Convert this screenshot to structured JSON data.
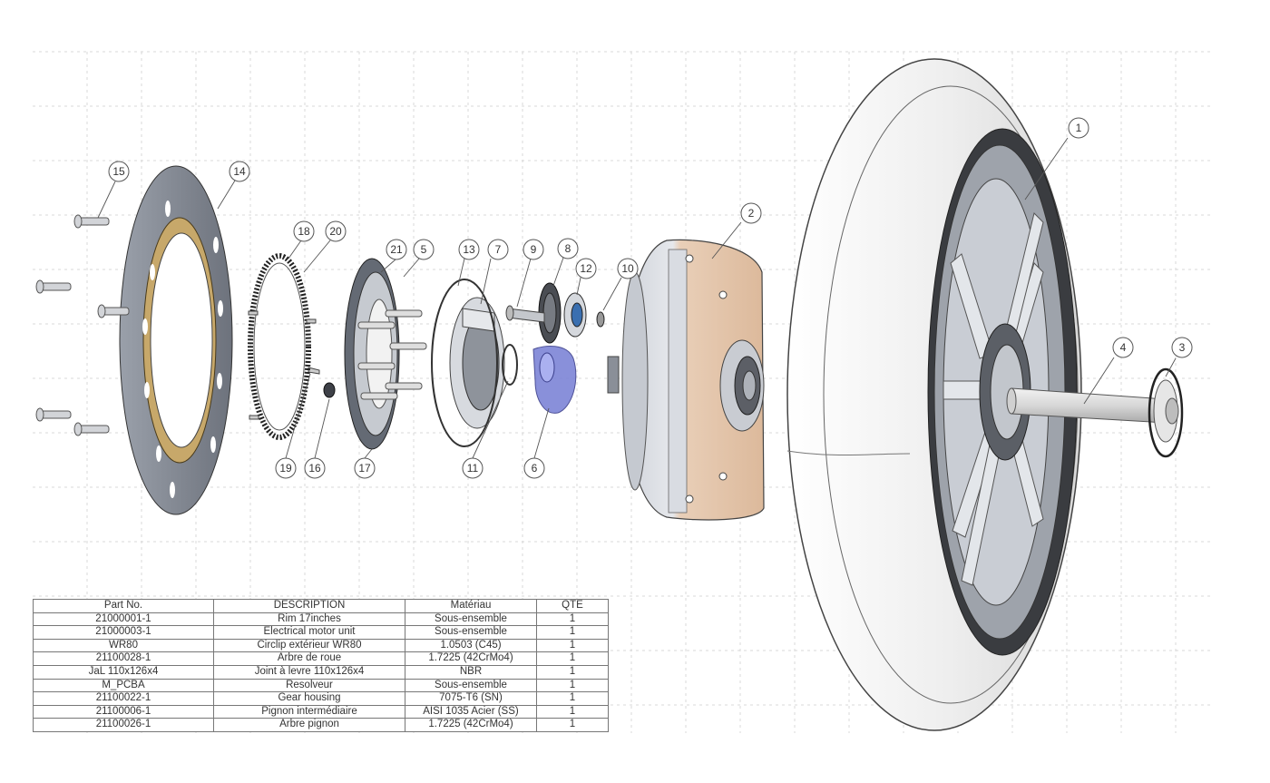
{
  "balloons": [
    {
      "id": "b1",
      "label": "1"
    },
    {
      "id": "b2",
      "label": "2"
    },
    {
      "id": "b3",
      "label": "3"
    },
    {
      "id": "b4",
      "label": "4"
    },
    {
      "id": "b5",
      "label": "5"
    },
    {
      "id": "b6",
      "label": "6"
    },
    {
      "id": "b7",
      "label": "7"
    },
    {
      "id": "b8",
      "label": "8"
    },
    {
      "id": "b9",
      "label": "9"
    },
    {
      "id": "b10",
      "label": "10"
    },
    {
      "id": "b11",
      "label": "11"
    },
    {
      "id": "b12",
      "label": "12"
    },
    {
      "id": "b13",
      "label": "13"
    },
    {
      "id": "b14",
      "label": "14"
    },
    {
      "id": "b15",
      "label": "15"
    },
    {
      "id": "b16",
      "label": "16"
    },
    {
      "id": "b17",
      "label": "17"
    },
    {
      "id": "b18",
      "label": "18"
    },
    {
      "id": "b19",
      "label": "19"
    },
    {
      "id": "b20",
      "label": "20"
    },
    {
      "id": "b21",
      "label": "21"
    }
  ],
  "bom": {
    "headers": [
      "Part No.",
      "DESCRIPTION",
      "Matériau",
      "QTE"
    ],
    "rows": [
      [
        "21000001-1",
        "Rim 17inches",
        "Sous-ensemble",
        "1"
      ],
      [
        "21000003-1",
        "Electrical motor unit",
        "Sous-ensemble",
        "1"
      ],
      [
        "WR80",
        "Circlip extérieur WR80",
        "1.0503 (C45)",
        "1"
      ],
      [
        "21100028-1",
        "Arbre de roue",
        "1.7225 (42CrMo4)",
        "1"
      ],
      [
        "JaL 110x126x4",
        "Joint à levre 110x126x4",
        "NBR",
        "1"
      ],
      [
        "M_PCBA",
        "Resolveur",
        "Sous-ensemble",
        "1"
      ],
      [
        "21100022-1",
        "Gear housing",
        "7075-T6 (SN)",
        "1"
      ],
      [
        "21100006-1",
        "Pignon intermédiaire",
        "AISI 1035 Acier (SS)",
        "1"
      ],
      [
        "21100026-1",
        "Arbre pignon",
        "1.7225 (42CrMo4)",
        "1"
      ]
    ]
  },
  "colors": {
    "tire": "#f4f4f4",
    "motor_housing": "#e8cdb4",
    "steel": "#b8bcc4",
    "blue_part": "#7d84d6",
    "dark_part": "#5a5e66"
  }
}
